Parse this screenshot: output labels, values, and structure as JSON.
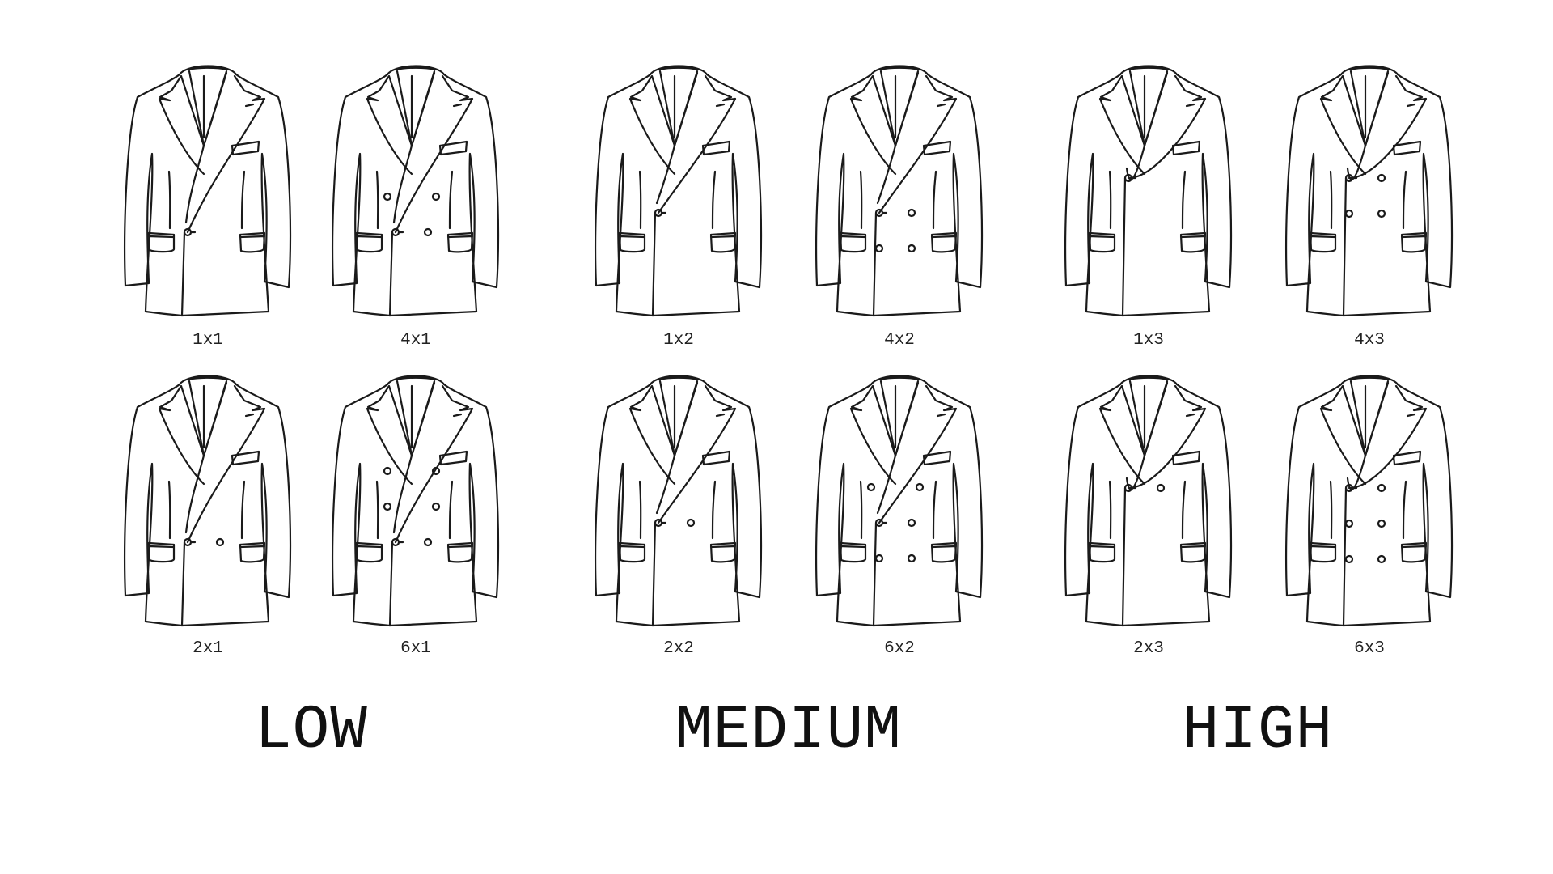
{
  "groups": [
    {
      "title": "LOW",
      "jackets": [
        {
          "label": "1x1",
          "buttons": 1,
          "stance": 1
        },
        {
          "label": "4x1",
          "buttons": 4,
          "stance": 1
        },
        {
          "label": "2x1",
          "buttons": 2,
          "stance": 1
        },
        {
          "label": "6x1",
          "buttons": 6,
          "stance": 1
        }
      ]
    },
    {
      "title": "MEDIUM",
      "jackets": [
        {
          "label": "1x2",
          "buttons": 1,
          "stance": 2
        },
        {
          "label": "4x2",
          "buttons": 4,
          "stance": 2
        },
        {
          "label": "2x2",
          "buttons": 2,
          "stance": 2
        },
        {
          "label": "6x2",
          "buttons": 6,
          "stance": 2
        }
      ]
    },
    {
      "title": "HIGH",
      "jackets": [
        {
          "label": "1x3",
          "buttons": 1,
          "stance": 3
        },
        {
          "label": "4x3",
          "buttons": 4,
          "stance": 3
        },
        {
          "label": "2x3",
          "buttons": 2,
          "stance": 3
        },
        {
          "label": "6x3",
          "buttons": 6,
          "stance": 3
        }
      ]
    }
  ],
  "colors": {
    "line": "#1a1a1a",
    "background": "#ffffff"
  }
}
